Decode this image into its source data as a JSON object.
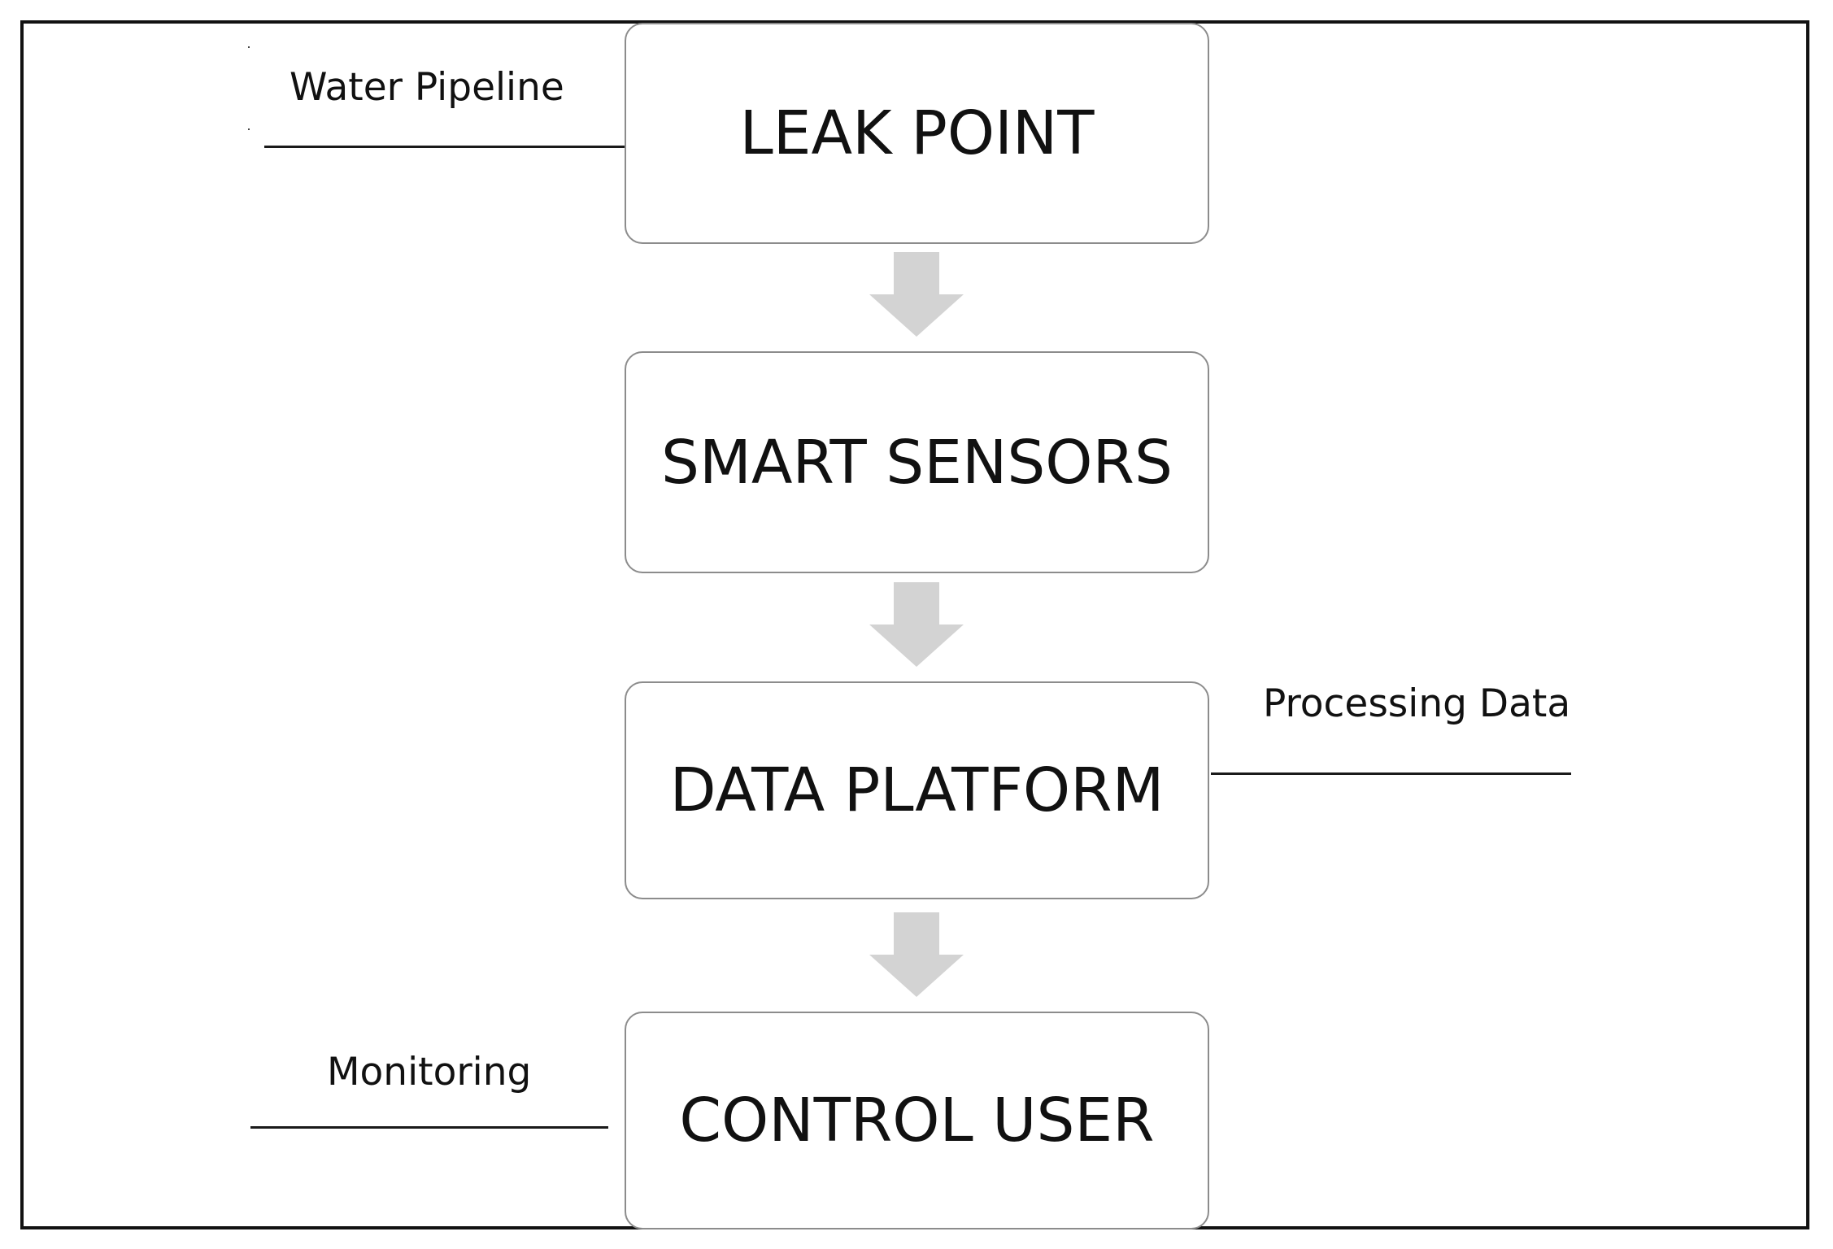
{
  "diagram": {
    "nodes": [
      {
        "id": "leak-point",
        "label": "LEAK POINT"
      },
      {
        "id": "smart-sensors",
        "label": "SMART SENSORS"
      },
      {
        "id": "data-platform",
        "label": "DATA PLATFORM"
      },
      {
        "id": "control-user",
        "label": "CONTROL USER"
      }
    ],
    "annotations": [
      {
        "target": "leak-point",
        "side": "left",
        "label": "Water Pipeline"
      },
      {
        "target": "data-platform",
        "side": "right",
        "label": "Processing Data"
      },
      {
        "target": "control-user",
        "side": "left",
        "label": "Monitoring"
      }
    ],
    "edges": [
      {
        "from": "leak-point",
        "to": "smart-sensors"
      },
      {
        "from": "smart-sensors",
        "to": "data-platform"
      },
      {
        "from": "data-platform",
        "to": "control-user"
      }
    ],
    "colors": {
      "box_border": "#8c8c8c",
      "arrow_fill": "#d3d3d3",
      "text": "#111111",
      "frame": "#111111",
      "background": "#ffffff"
    }
  }
}
